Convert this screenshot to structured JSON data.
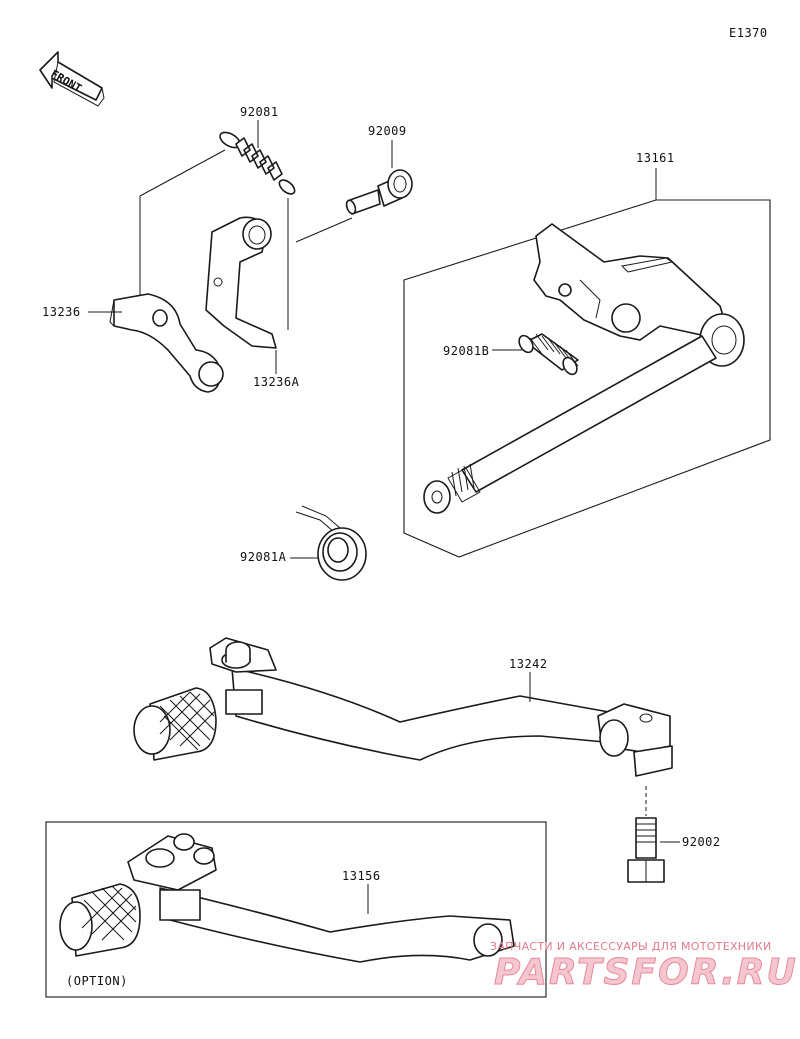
{
  "diagram": {
    "code": "E1370",
    "front_label": "FRONT",
    "option_label": "(OPTION)"
  },
  "parts": {
    "spring_top": "92081",
    "bolt_small": "92009",
    "shaft_assy": "13161",
    "stopper_lever": "13236",
    "stopper_bracket": "13236A",
    "spring_b": "92081B",
    "spring_a": "92081A",
    "pedal": "13242",
    "pedal_bolt": "92002",
    "pedal_option": "13156"
  },
  "watermark": {
    "tagline": "ЗАПЧАСТИ И АКСЕССУАРЫ ДЛЯ МОТОТЕХНИКИ",
    "brand": "PARTSFOR.RU"
  }
}
